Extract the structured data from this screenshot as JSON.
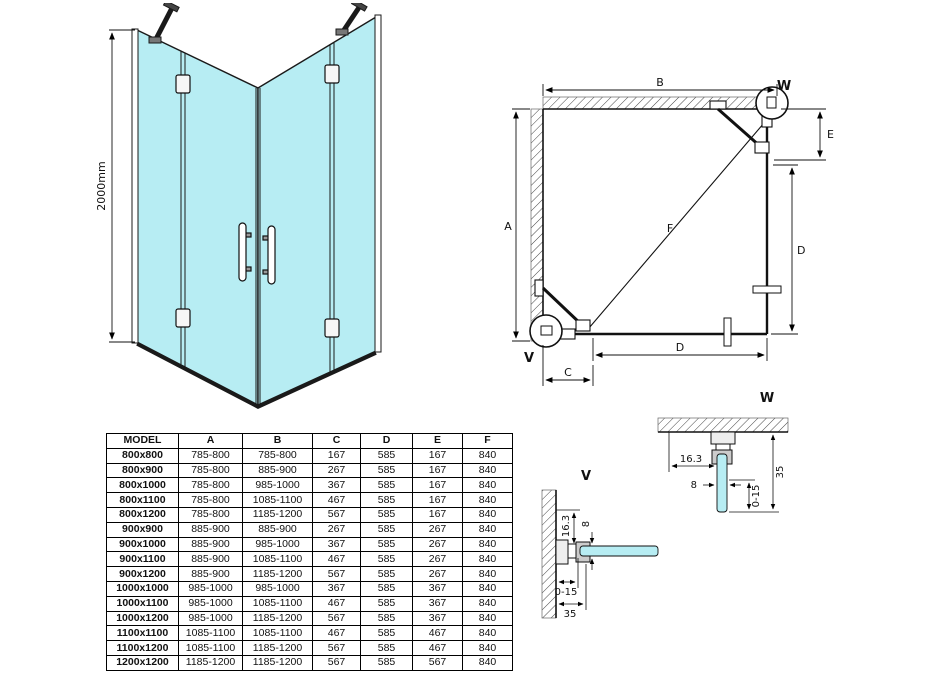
{
  "colors": {
    "glass": "#b7edf3",
    "line": "#111111"
  },
  "front_view": {
    "height_label": "2000mm"
  },
  "plan_view": {
    "label_a": "A",
    "label_b": "B",
    "label_c": "C",
    "label_d_right": "D",
    "label_d_bottom": "D",
    "label_e": "E",
    "label_f": "F",
    "label_w": "W",
    "label_v": "V"
  },
  "detail_w": {
    "title": "W",
    "dim_offset": "16.3",
    "dim_glass": "8",
    "dim_adjust": "0-15",
    "dim_profile": "35"
  },
  "detail_v": {
    "title": "V",
    "dim_offset": "16.3",
    "dim_glass": "8",
    "dim_adjust": "0-15",
    "dim_profile": "35"
  },
  "table": {
    "headers": [
      "MODEL",
      "A",
      "B",
      "C",
      "D",
      "E",
      "F"
    ],
    "rows": [
      [
        "800x800",
        "785-800",
        "785-800",
        "167",
        "585",
        "167",
        "840"
      ],
      [
        "800x900",
        "785-800",
        "885-900",
        "267",
        "585",
        "167",
        "840"
      ],
      [
        "800x1000",
        "785-800",
        "985-1000",
        "367",
        "585",
        "167",
        "840"
      ],
      [
        "800x1100",
        "785-800",
        "1085-1100",
        "467",
        "585",
        "167",
        "840"
      ],
      [
        "800x1200",
        "785-800",
        "1185-1200",
        "567",
        "585",
        "167",
        "840"
      ],
      [
        "900x900",
        "885-900",
        "885-900",
        "267",
        "585",
        "267",
        "840"
      ],
      [
        "900x1000",
        "885-900",
        "985-1000",
        "367",
        "585",
        "267",
        "840"
      ],
      [
        "900x1100",
        "885-900",
        "1085-1100",
        "467",
        "585",
        "267",
        "840"
      ],
      [
        "900x1200",
        "885-900",
        "1185-1200",
        "567",
        "585",
        "267",
        "840"
      ],
      [
        "1000x1000",
        "985-1000",
        "985-1000",
        "367",
        "585",
        "367",
        "840"
      ],
      [
        "1000x1100",
        "985-1000",
        "1085-1100",
        "467",
        "585",
        "367",
        "840"
      ],
      [
        "1000x1200",
        "985-1000",
        "1185-1200",
        "567",
        "585",
        "367",
        "840"
      ],
      [
        "1100x1100",
        "1085-1100",
        "1085-1100",
        "467",
        "585",
        "467",
        "840"
      ],
      [
        "1100x1200",
        "1085-1100",
        "1185-1200",
        "567",
        "585",
        "467",
        "840"
      ],
      [
        "1200x1200",
        "1185-1200",
        "1185-1200",
        "567",
        "585",
        "567",
        "840"
      ]
    ]
  }
}
